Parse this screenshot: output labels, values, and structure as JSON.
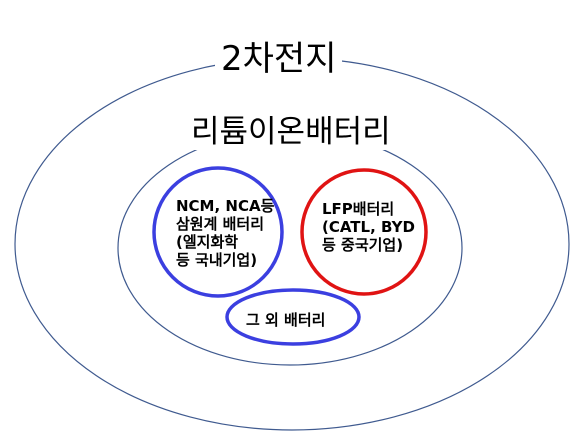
{
  "outer": {
    "title": "2차전지",
    "stroke_color": "#3f5a8f"
  },
  "inner": {
    "title": "리튬이온배터리",
    "stroke_color": "#3f5a8f"
  },
  "ncm": {
    "lines": [
      "NCM, NCA등",
      "삼원계 배터리",
      "(엘지화학",
      "등 국내기업)"
    ],
    "stroke_color": "#3b3fe0"
  },
  "lfp": {
    "lines": [
      "LFP배터리",
      "(CATL, BYD",
      "등 중국기업)"
    ],
    "stroke_color": "#e01313"
  },
  "other": {
    "label": "그 외 배터리",
    "stroke_color": "#3b3fe0"
  }
}
